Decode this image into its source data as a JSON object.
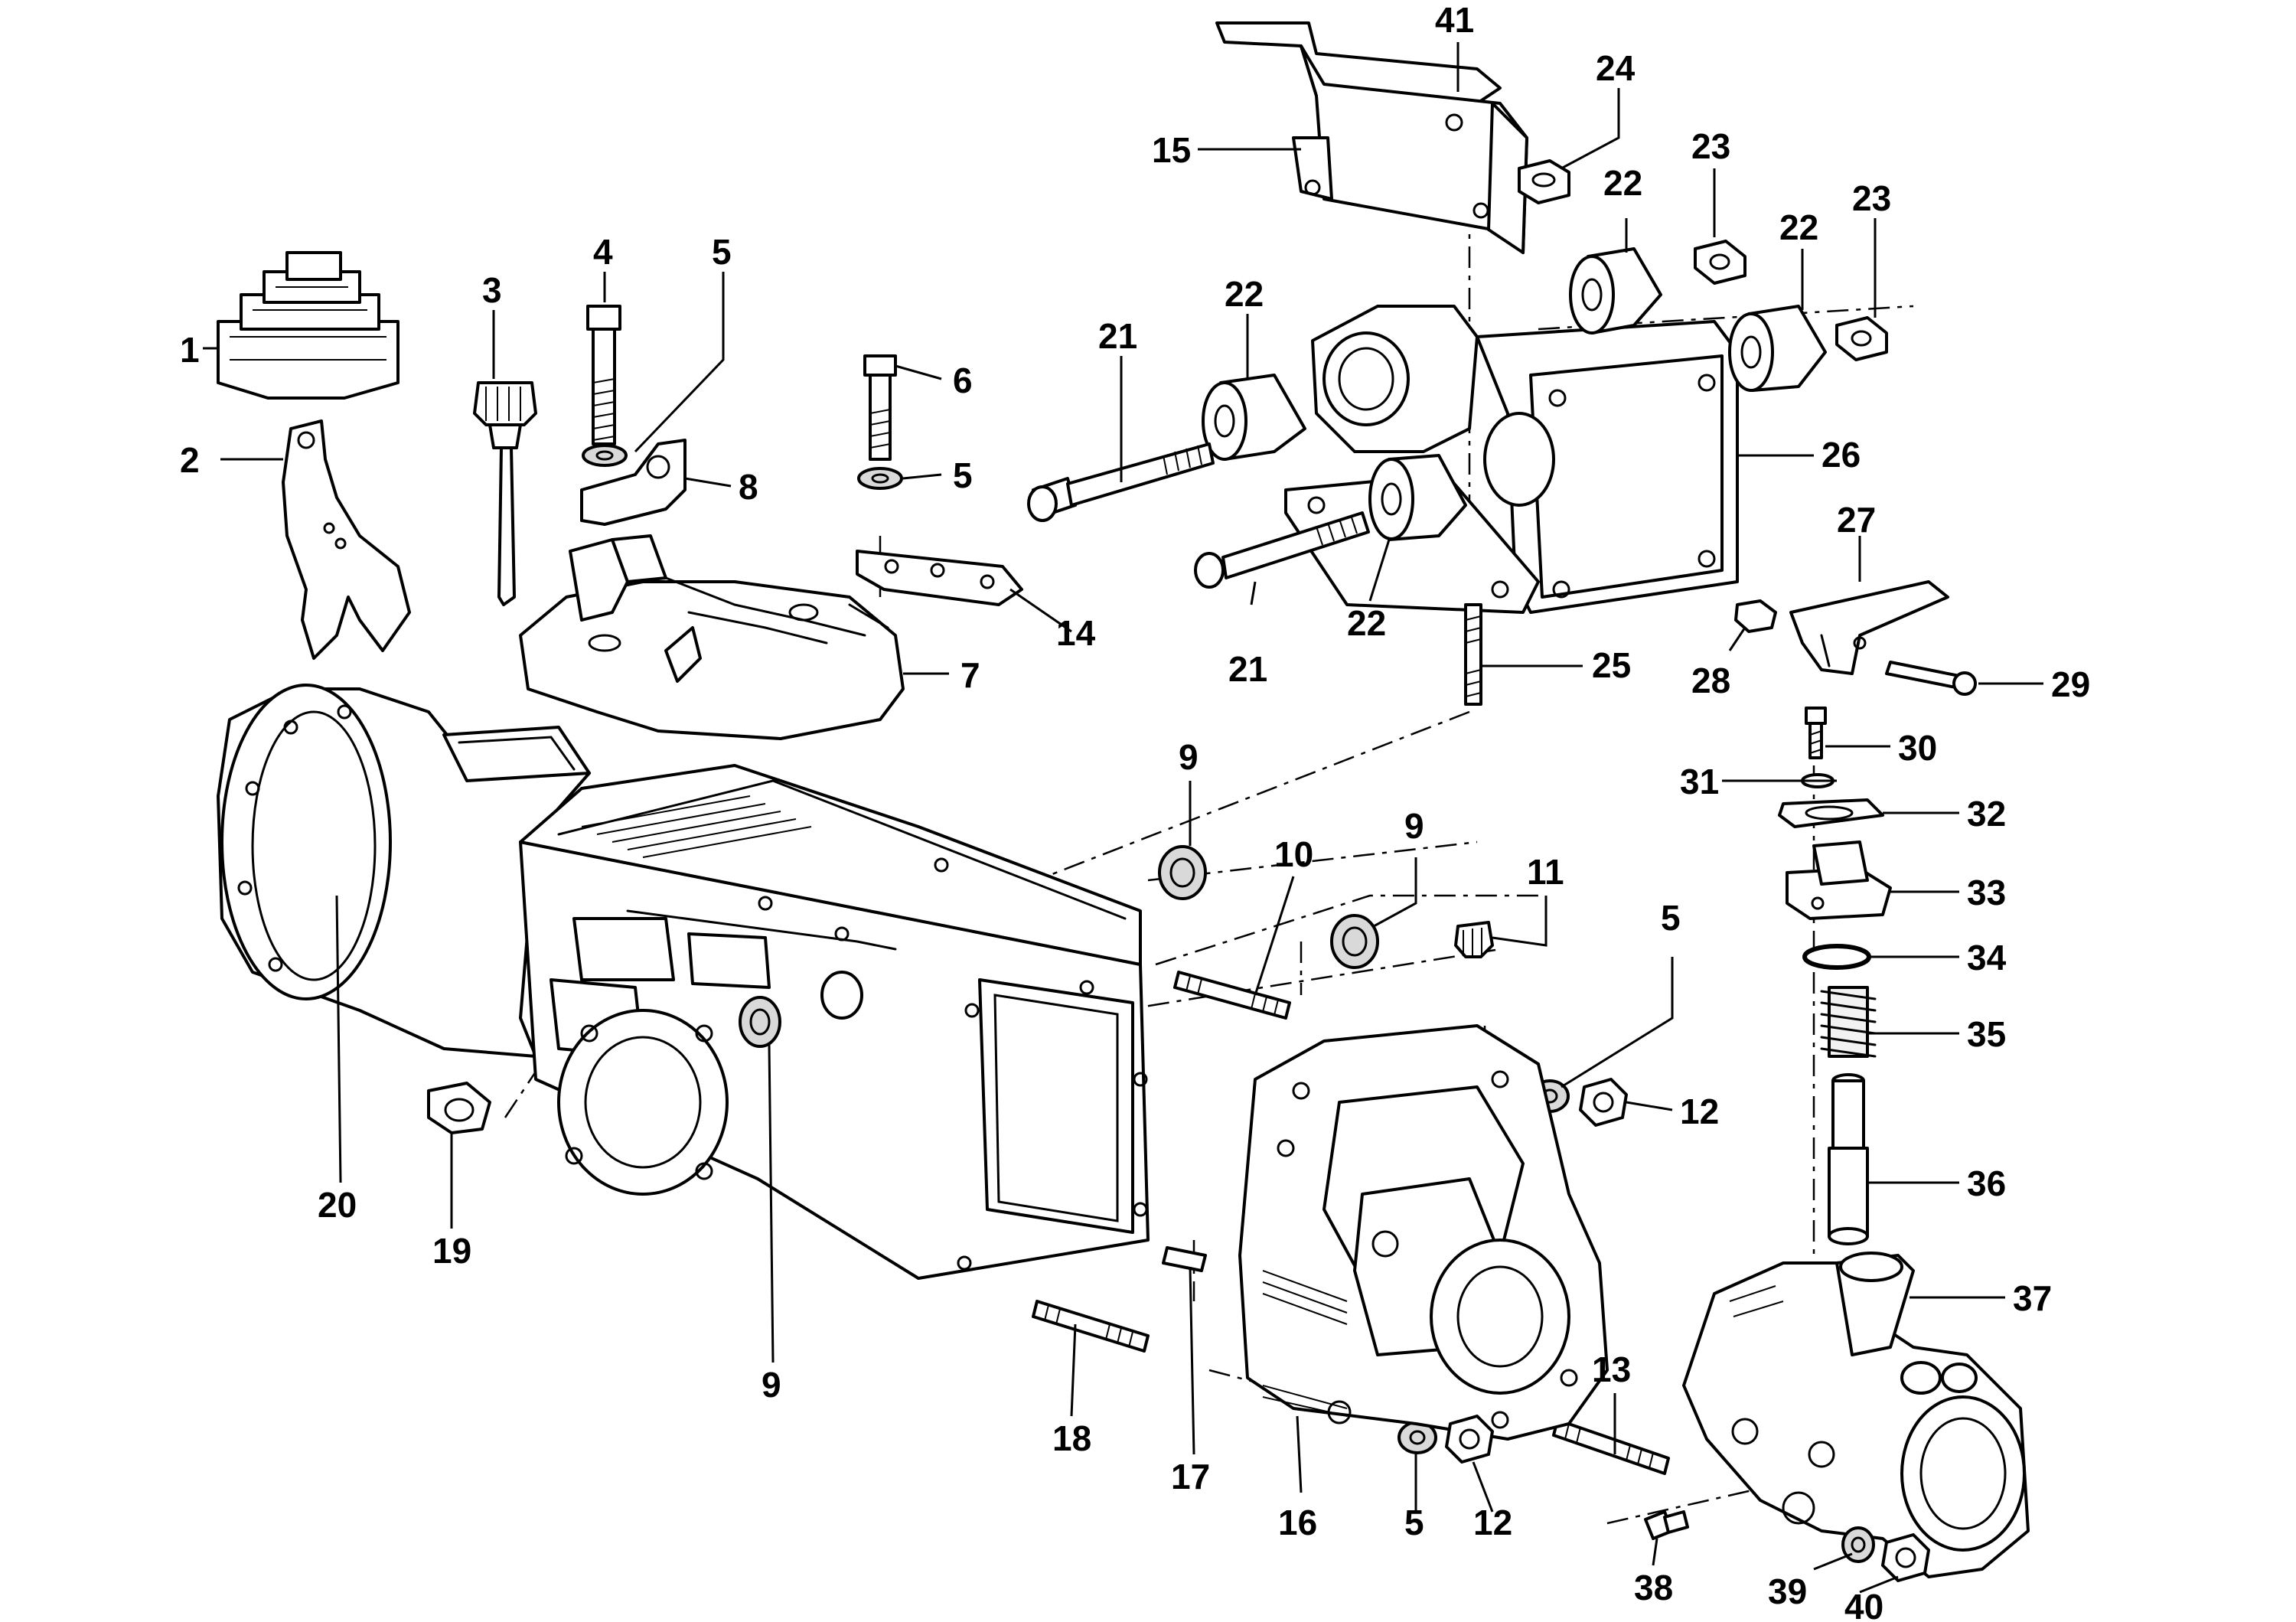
{
  "diagram": {
    "callouts": [
      {
        "id": "c1",
        "text": "1"
      },
      {
        "id": "c2",
        "text": "2"
      },
      {
        "id": "c3",
        "text": "3"
      },
      {
        "id": "c4",
        "text": "4"
      },
      {
        "id": "c5a",
        "text": "5"
      },
      {
        "id": "c5b",
        "text": "5"
      },
      {
        "id": "c5c",
        "text": "5"
      },
      {
        "id": "c5d",
        "text": "5"
      },
      {
        "id": "c6",
        "text": "6"
      },
      {
        "id": "c7",
        "text": "7"
      },
      {
        "id": "c8",
        "text": "8"
      },
      {
        "id": "c9a",
        "text": "9"
      },
      {
        "id": "c9b",
        "text": "9"
      },
      {
        "id": "c9c",
        "text": "9"
      },
      {
        "id": "c10",
        "text": "10"
      },
      {
        "id": "c11",
        "text": "11"
      },
      {
        "id": "c12a",
        "text": "12"
      },
      {
        "id": "c12b",
        "text": "12"
      },
      {
        "id": "c13",
        "text": "13"
      },
      {
        "id": "c14",
        "text": "14"
      },
      {
        "id": "c15",
        "text": "15"
      },
      {
        "id": "c16",
        "text": "16"
      },
      {
        "id": "c17",
        "text": "17"
      },
      {
        "id": "c18",
        "text": "18"
      },
      {
        "id": "c19",
        "text": "19"
      },
      {
        "id": "c20",
        "text": "20"
      },
      {
        "id": "c21a",
        "text": "21"
      },
      {
        "id": "c21b",
        "text": "21"
      },
      {
        "id": "c22a",
        "text": "22"
      },
      {
        "id": "c22b",
        "text": "22"
      },
      {
        "id": "c22c",
        "text": "22"
      },
      {
        "id": "c22d",
        "text": "22"
      },
      {
        "id": "c23a",
        "text": "23"
      },
      {
        "id": "c23b",
        "text": "23"
      },
      {
        "id": "c24",
        "text": "24"
      },
      {
        "id": "c25",
        "text": "25"
      },
      {
        "id": "c26",
        "text": "26"
      },
      {
        "id": "c27",
        "text": "27"
      },
      {
        "id": "c28",
        "text": "28"
      },
      {
        "id": "c29",
        "text": "29"
      },
      {
        "id": "c30",
        "text": "30"
      },
      {
        "id": "c31",
        "text": "31"
      },
      {
        "id": "c32",
        "text": "32"
      },
      {
        "id": "c33",
        "text": "33"
      },
      {
        "id": "c34",
        "text": "34"
      },
      {
        "id": "c35",
        "text": "35"
      },
      {
        "id": "c36",
        "text": "36"
      },
      {
        "id": "c37",
        "text": "37"
      },
      {
        "id": "c38",
        "text": "38"
      },
      {
        "id": "c39",
        "text": "39"
      },
      {
        "id": "c40",
        "text": "40"
      },
      {
        "id": "c41",
        "text": "41"
      }
    ]
  }
}
